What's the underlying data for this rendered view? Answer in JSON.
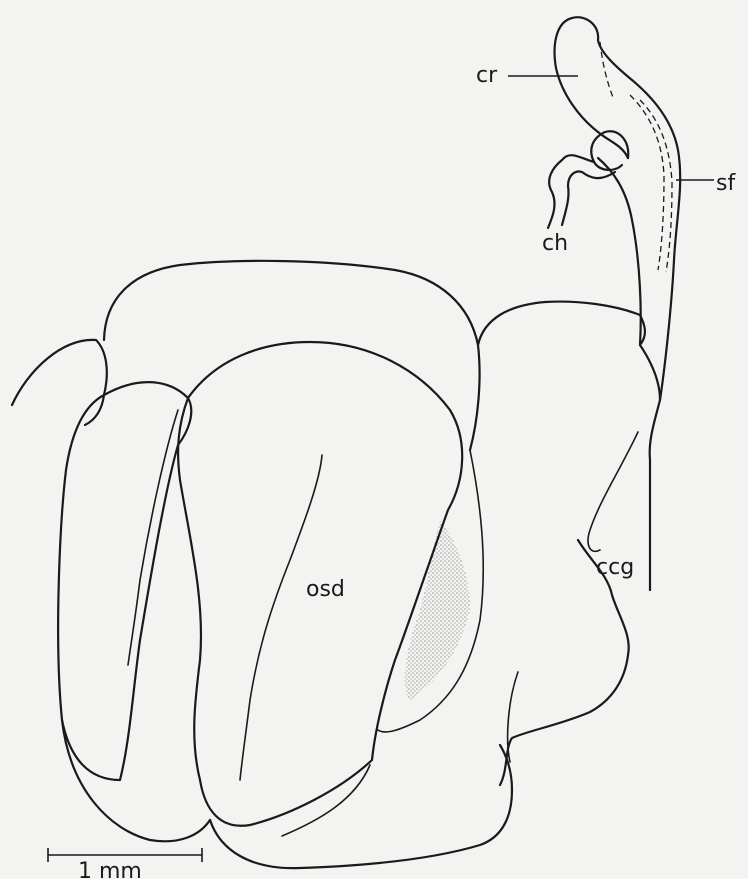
{
  "figure": {
    "labels": {
      "cr": "cr",
      "sf": "sf",
      "ch": "ch",
      "osd": "osd",
      "ccg": "ccg"
    },
    "scale_bar": {
      "text": "1 mm"
    }
  },
  "colors": {
    "ink": "#1a1a1a",
    "paper": "#f3f3f1"
  }
}
